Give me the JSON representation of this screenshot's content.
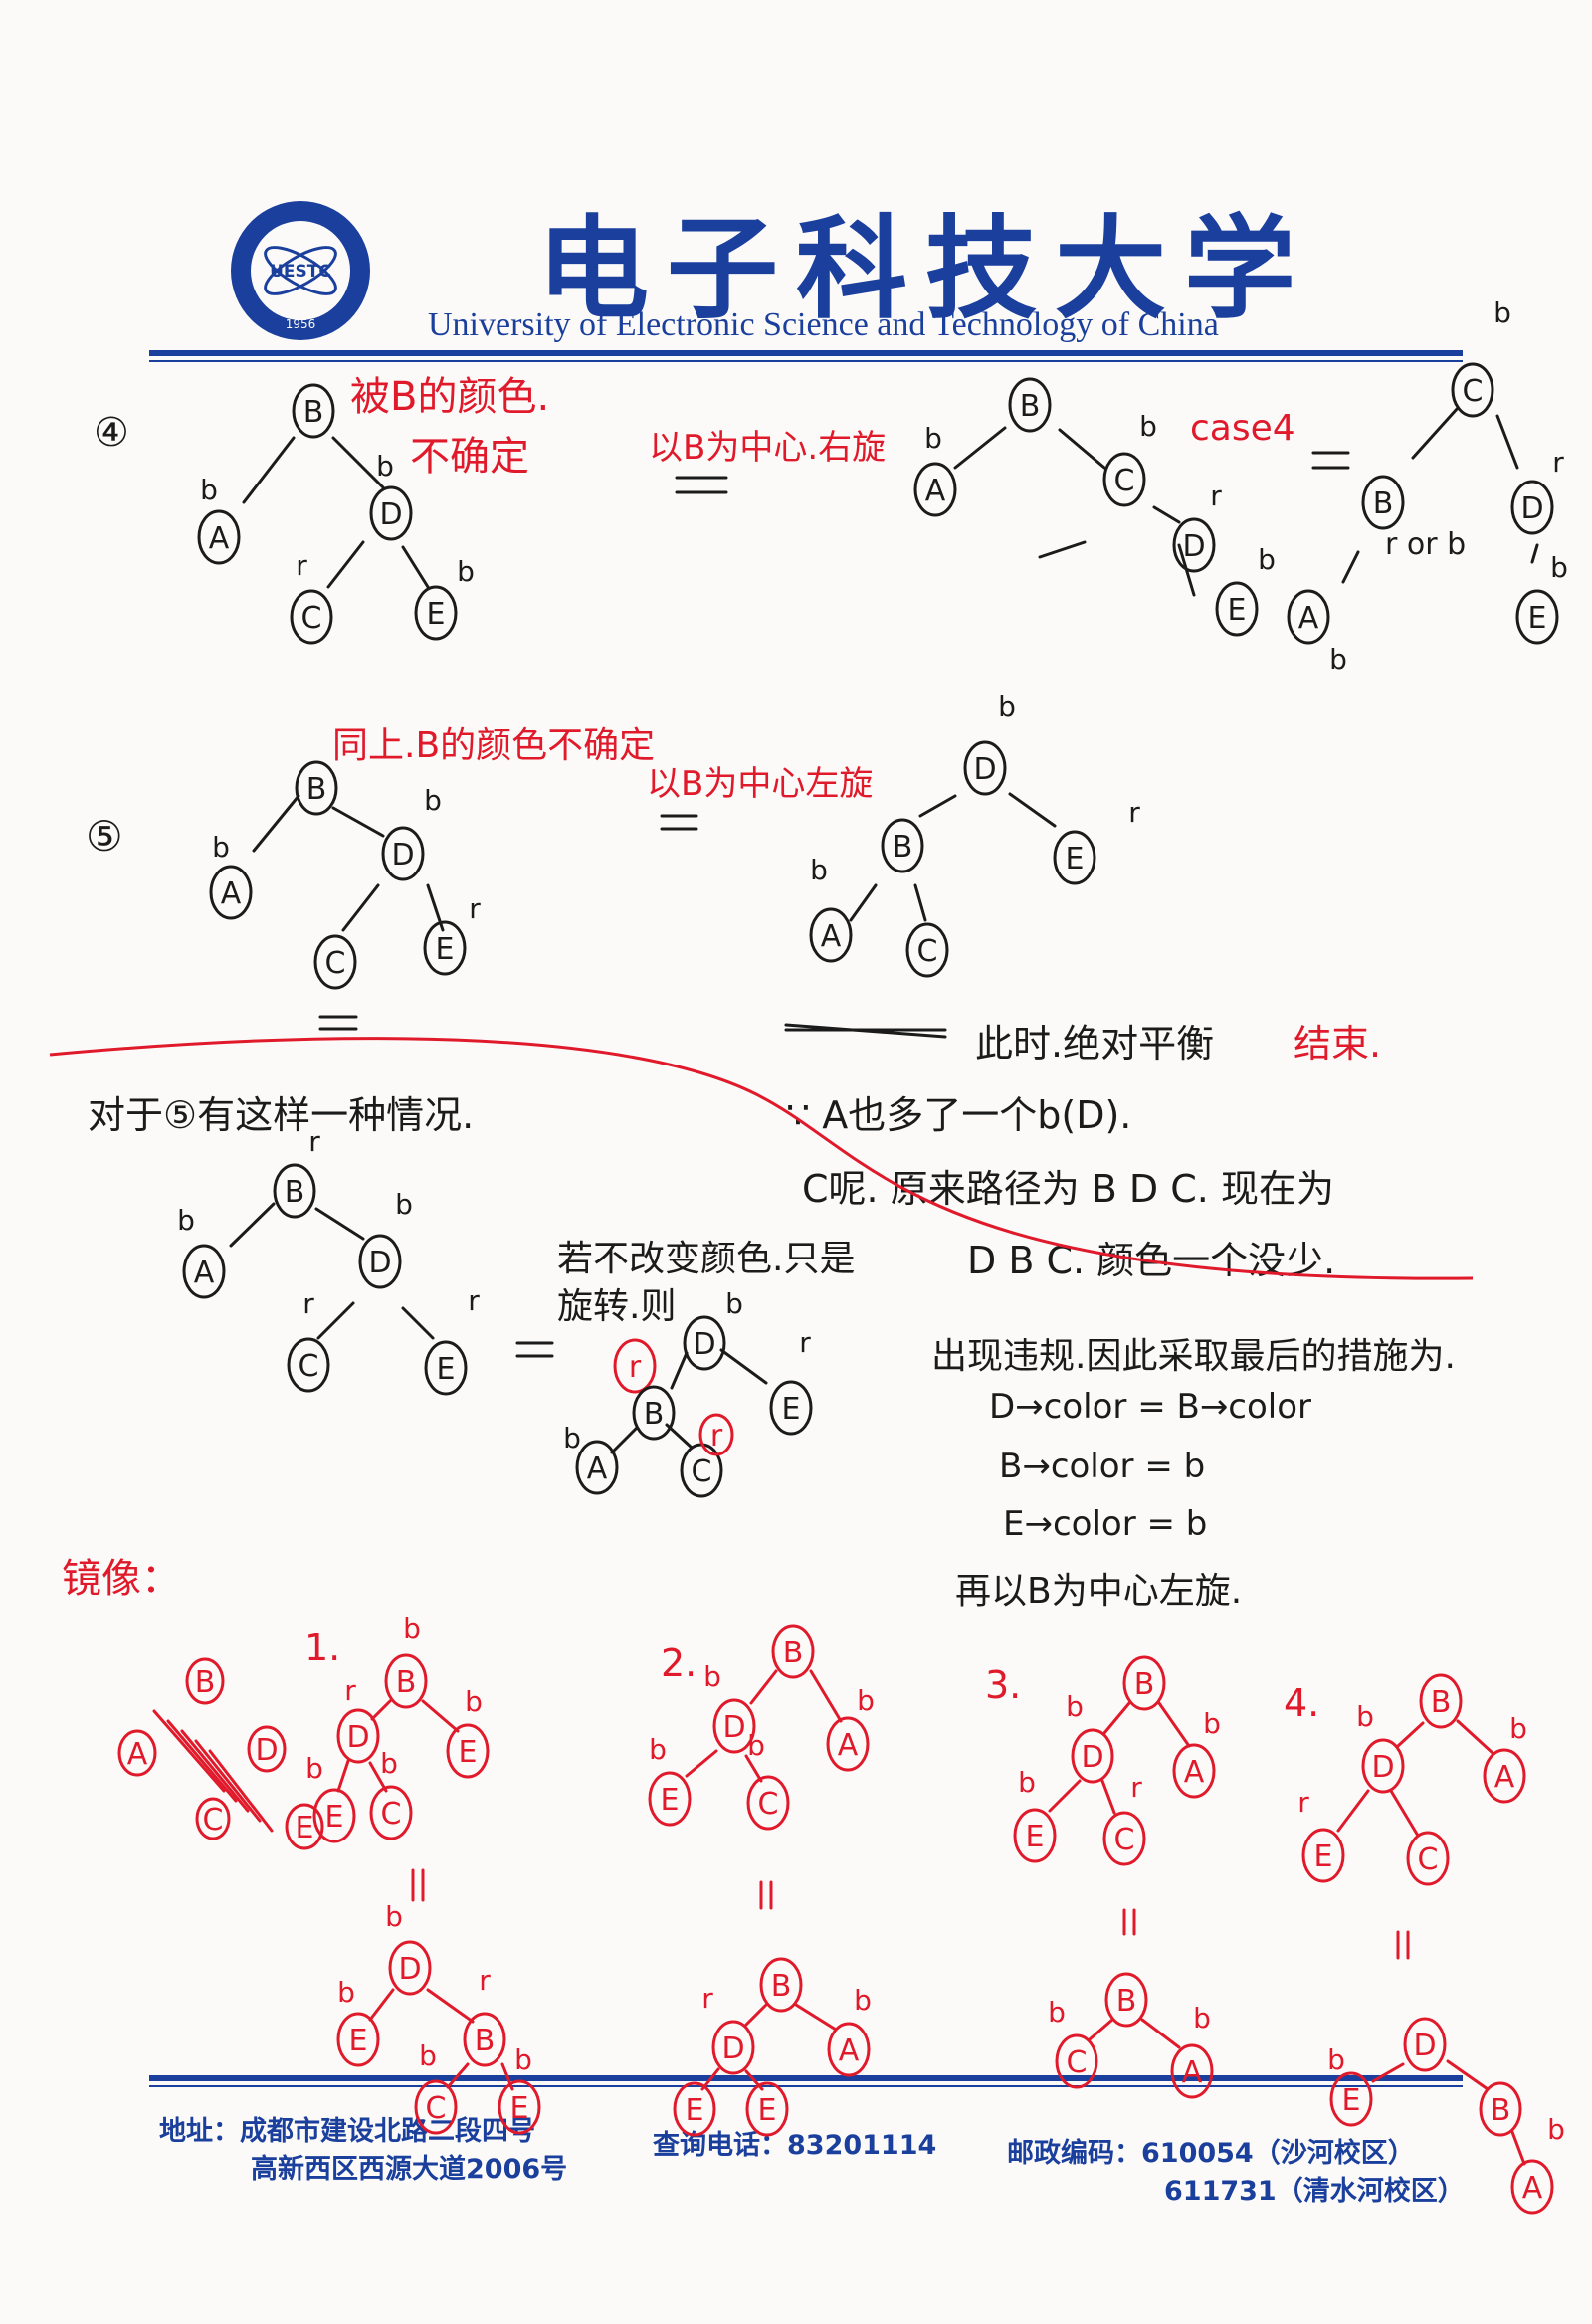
{
  "header": {
    "title": "电子科技大学",
    "subtitle": "University of Electronic Science and Technology of China",
    "logo_text": "UESTC",
    "logo_year": "1956"
  },
  "footer": {
    "address_line1": "地址：成都市建设北路二段四号",
    "address_line2": "高新西区西源大道2006号",
    "phone": "查询电话：83201114",
    "postcode_line1": "邮政编码：610054（沙河校区）",
    "postcode_line2": "611731（清水河校区）"
  },
  "notes": {
    "case4_label": "④",
    "case4_note1": "被B的颜色.",
    "case4_note2": "不确定",
    "case4_rotate": "以B为中心.右旋",
    "case4_tag": "case4",
    "case4_rorb": "r or b",
    "case5_label": "⑤",
    "case5_note": "同上.B的颜色不确定",
    "case5_rotate": "以B为中心左旋",
    "balanced": "此时.绝对平衡",
    "end": "结束.",
    "because": "∵ A也多了一个b(D).",
    "c_line1": "C呢. 原来路径为 B D C. 现在为",
    "c_line2": "D B C. 颜色一个没少.",
    "other_case": "对于⑤有这样一种情况.",
    "if_not_change": "若不改变颜色.只是",
    "rotate_then": "旋转.则",
    "violation": "出现违规.因此采取最后的措施为.",
    "fix1": "D→color = B→color",
    "fix2": "B→color = b",
    "fix3": "E→color = b",
    "fix_rotate": "再以B为中心左旋.",
    "mirror": "镜像：",
    "m1": "1.",
    "m2": "2.",
    "m3": "3.",
    "m4": "4."
  },
  "node_labels": [
    "A",
    "B",
    "C",
    "D",
    "E"
  ],
  "color_labels": {
    "black": "b",
    "red": "r"
  },
  "colors": {
    "ink": "#1b1b1b",
    "red_pen": "#e01a2b",
    "brand": "#1a3f9c"
  }
}
